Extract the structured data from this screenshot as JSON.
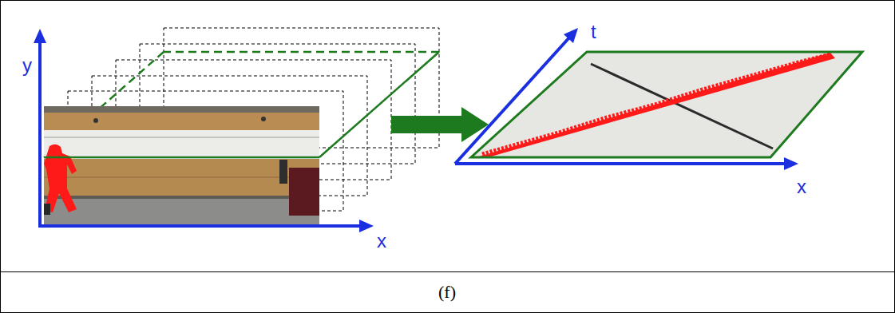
{
  "diagram": {
    "caption": "(f)",
    "labels": [
      "y",
      "x",
      "t",
      "x"
    ]
  }
}
